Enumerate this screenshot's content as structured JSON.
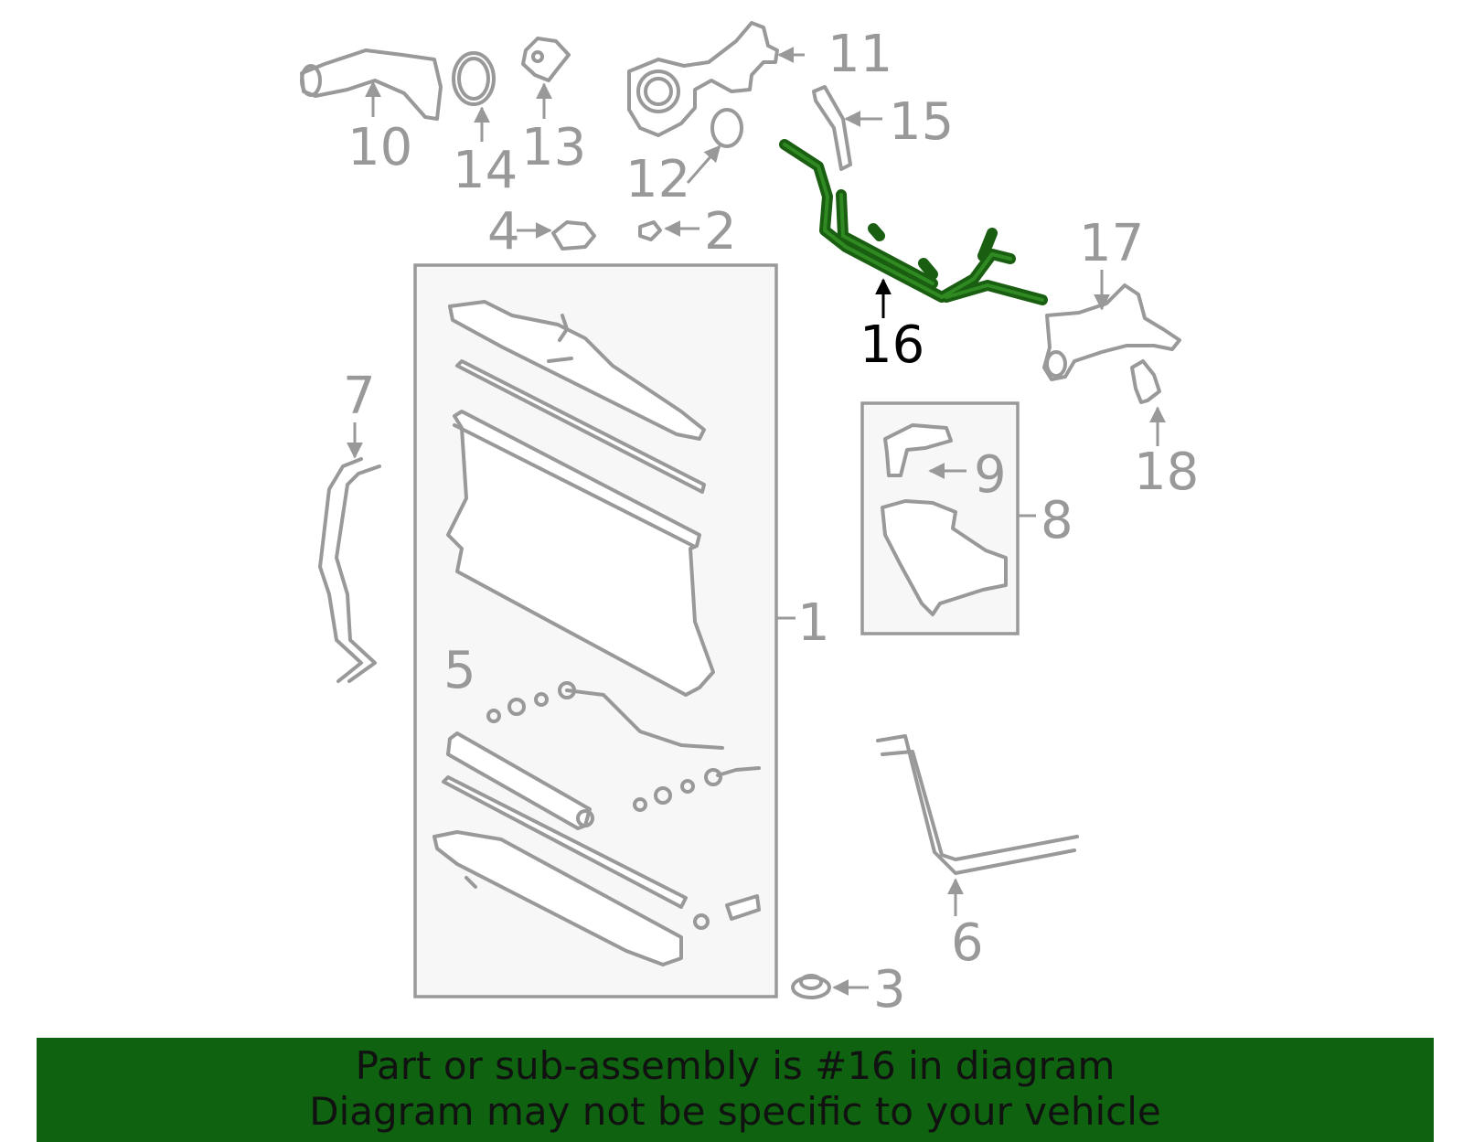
{
  "callouts": {
    "c1": "1",
    "c2": "2",
    "c3": "3",
    "c4": "4",
    "c5": "5",
    "c6": "6",
    "c7": "7",
    "c8": "8",
    "c9": "9",
    "c10": "10",
    "c11": "11",
    "c12": "12",
    "c13": "13",
    "c14": "14",
    "c15": "15",
    "c16": "16",
    "c17": "17",
    "c18": "18"
  },
  "highlighted_part": "16",
  "colors": {
    "part_stroke": "#999999",
    "highlight": "#1a5e12",
    "footer_bg": "#0f6210"
  },
  "footer": {
    "line1": "Part or sub-assembly is #16 in diagram",
    "line2": "Diagram may not be specific to your vehicle"
  }
}
